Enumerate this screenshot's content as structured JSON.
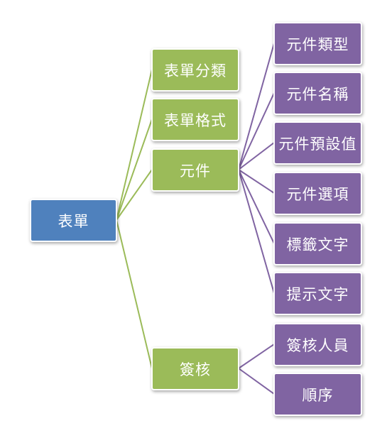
{
  "diagram": {
    "root": {
      "label": "表單"
    },
    "branches": [
      {
        "label": "表單分類",
        "children": []
      },
      {
        "label": "表單格式",
        "children": []
      },
      {
        "label": "元件",
        "children": [
          "元件類型",
          "元件名稱",
          "元件預設值",
          "元件選項",
          "標籤文字",
          "提示文字"
        ]
      },
      {
        "label": "簽核",
        "children": [
          "簽核人員",
          "順序"
        ]
      }
    ]
  },
  "colors": {
    "root": "#4f81bd",
    "branch": "#9bbb59",
    "leaf": "#8064a2",
    "branch_connector": "#9bbb59",
    "leaf_connector": "#8064a2"
  }
}
